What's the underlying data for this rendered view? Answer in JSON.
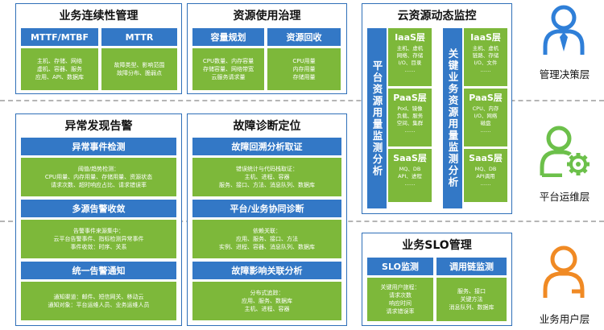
{
  "bcm": {
    "title": "业务连续性管理",
    "tab1": "MTTF/MTBF",
    "tab2": "MTTR",
    "box1": [
      "主机、存储、网络",
      "虚机、容器、服务",
      "应用、API、数据库"
    ],
    "box2": [
      "故障类型、影响范围",
      "故障分布、脆弱点"
    ]
  },
  "res": {
    "title": "资源使用治理",
    "tab1": "容量规划",
    "tab2": "资源回收",
    "box1": [
      "CPU数量、内存容量",
      "存储容量、网络带宽",
      "云服务请求量"
    ],
    "box2": [
      "CPU用量",
      "内存用量",
      "存储用量"
    ]
  },
  "cloud": {
    "title": "云资源动态监控",
    "left_bar": "平台资源用量监测分析",
    "right_bar": "关键业务资源用量监测分析",
    "left_boxes": [
      {
        "title": "IaaS层",
        "lines": [
          "主机、虚机",
          "网络、存储",
          "I/O、目录",
          "……"
        ]
      },
      {
        "title": "PaaS层",
        "lines": [
          "Pod、镜像",
          "负载、服务",
          "空间、集群",
          "……"
        ]
      },
      {
        "title": "SaaS层",
        "lines": [
          "MQ、DB",
          "API、进程",
          "……"
        ]
      }
    ],
    "right_boxes": [
      {
        "title": "IaaS层",
        "lines": [
          "主机、虚机",
          "链路、存储",
          "I/O、文件",
          "……"
        ]
      },
      {
        "title": "PaaS层",
        "lines": [
          "CPU、内存",
          "I/O、网络",
          "磁盘",
          "……"
        ]
      },
      {
        "title": "SaaS层",
        "lines": [
          "MQ、DB",
          "API调用",
          "……"
        ]
      }
    ]
  },
  "alert": {
    "title": "异常发现告警",
    "sec1": "异常事件检测",
    "box1": [
      "阈值/趋势检测：",
      "CPU用量、内存用量、存储用量、资源状态",
      "请求次数、超时响应占比、请求错误率"
    ],
    "sec2": "多源告警收敛",
    "box2": [
      "告警事件来源集中：",
      "云平台告警事件、指标检测异常事件",
      "事件收敛：时序、关系"
    ],
    "sec3": "统一告警通知",
    "box3": [
      "通知渠道：邮件、短信网关、移动云",
      "通知对象：平台运维人员、业务运维人员"
    ]
  },
  "diag": {
    "title": "故障诊断定位",
    "sec1": "故障回溯分析取证",
    "box1": [
      "错误统计与代码栈取证：",
      "主机、进程、容器",
      "服务、接口、方法、消息队列、数据库"
    ],
    "sec2": "平台/业务协同诊断",
    "box2": [
      "依赖关联：",
      "应用、服务、接口、方法",
      "实例、进程、容器、消息队列、数据库"
    ],
    "sec3": "故障影响关联分析",
    "box3": [
      "分布式追踪：",
      "应用、服务、数据库",
      "主机、进程、容器"
    ]
  },
  "slo": {
    "title": "业务SLO管理",
    "tab1": "SLO监测",
    "tab2": "调用链监测",
    "box1": [
      "关键用户旅程：",
      "请求次数",
      "响应时间",
      "请求错误率"
    ],
    "box2": [
      "服务、接口",
      "关键方法",
      "消息队列、数据库"
    ]
  },
  "roles": {
    "manager": {
      "label": "管理决策层",
      "color": "#2f7fd8",
      "icon": "person-icon"
    },
    "ops": {
      "label": "平台运维层",
      "color": "#6cc04a",
      "icon": "person-gear-icon"
    },
    "user": {
      "label": "业务用户层",
      "color": "#f08a24",
      "icon": "person-icon"
    }
  }
}
